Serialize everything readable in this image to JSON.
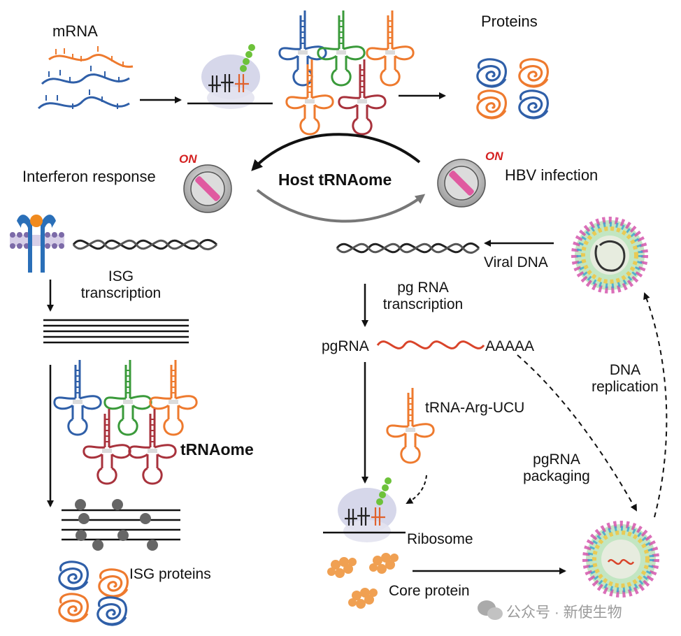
{
  "labels": {
    "mrna": "mRNA",
    "proteins": "Proteins",
    "interferon": "Interferon response",
    "host": "Host tRNAome",
    "hbv": "HBV infection",
    "on_left": "ON",
    "on_right": "ON",
    "isg_transcription": "ISG\ntranscription",
    "viral_dna": "Viral DNA",
    "pg_transcription": "pg RNA\ntranscription",
    "pgrna": "pgRNA",
    "polya": "AAAAA",
    "dna_replication": "DNA\nreplication",
    "trna_arg": "tRNA-Arg-UCU",
    "trnaome": "tRNAome",
    "pgrna_packaging": "pgRNA\npackaging",
    "ribosome": "Ribosome",
    "isg_proteins": "ISG proteins",
    "core_protein": "Core  protein",
    "watermark": "公众号 · 新使生物"
  },
  "colors": {
    "blue": "#2f5fa8",
    "green": "#3a9a3a",
    "orange": "#ee7a2e",
    "red": "#a8323c",
    "pgrna_wave": "#d9442a",
    "ribosome": "#cfd0e6",
    "dna": "#222222"
  }
}
